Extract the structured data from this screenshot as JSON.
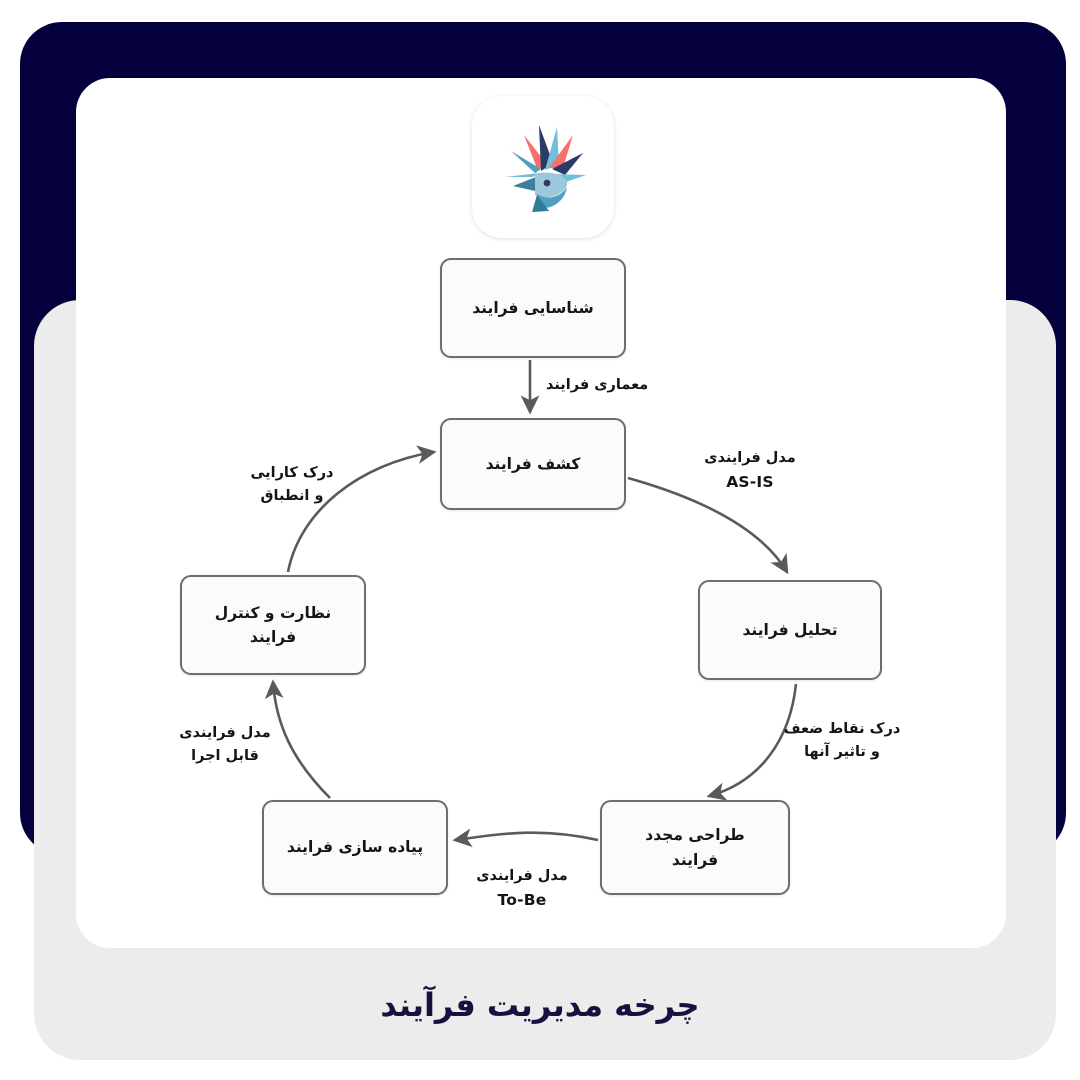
{
  "poster": {
    "caption": "چرخه مدیریت فرآیند",
    "colors": {
      "frame_navy": "#04003C",
      "panel_gray": "#ECECEC",
      "card_white": "#FFFFFF",
      "caption_text": "#15123F",
      "node_border": "#6E6E6E",
      "node_fill": "#FBFBFB",
      "arrow": "#5A5A5A"
    }
  },
  "logo": {
    "name": "hummingbird-logo",
    "colors": {
      "coral": "#F4726B",
      "navy": "#2B3A66",
      "light_blue": "#6FC0D8",
      "mid_blue": "#4E9FC0",
      "pale_blue": "#9CC8DC",
      "steel": "#3E7E9E"
    }
  },
  "diagram": {
    "type": "cycle",
    "nodes": [
      {
        "id": "identification",
        "label": "شناسایی فرایند"
      },
      {
        "id": "discovery",
        "label": "کشف فرایند"
      },
      {
        "id": "analysis",
        "label": "تحلیل فرایند"
      },
      {
        "id": "redesign",
        "label": "طراحی مجدد\nفرایند"
      },
      {
        "id": "implementation",
        "label": "پیاده سازی فرایند"
      },
      {
        "id": "monitoring",
        "label": "نظارت و کنترل\nفرایند"
      }
    ],
    "edges": [
      {
        "id": "architecture",
        "from": "identification",
        "to": "discovery",
        "label": "معماری فرایند",
        "label_latin": ""
      },
      {
        "id": "asis",
        "from": "discovery",
        "to": "analysis",
        "label": "مدل فرایندی",
        "label_latin": "AS-IS"
      },
      {
        "id": "weakness",
        "from": "analysis",
        "to": "redesign",
        "label": "درک نقاط ضعف\nو تاثیر آنها",
        "label_latin": ""
      },
      {
        "id": "tobe",
        "from": "redesign",
        "to": "implementation",
        "label": "مدل فرایندی",
        "label_latin": "To-Be"
      },
      {
        "id": "executable",
        "from": "implementation",
        "to": "monitoring",
        "label": "مدل فرایندی\nقابل اجرا",
        "label_latin": ""
      },
      {
        "id": "performance",
        "from": "monitoring",
        "to": "discovery",
        "label": "درک کارایی\nو انطباق",
        "label_latin": ""
      }
    ]
  }
}
